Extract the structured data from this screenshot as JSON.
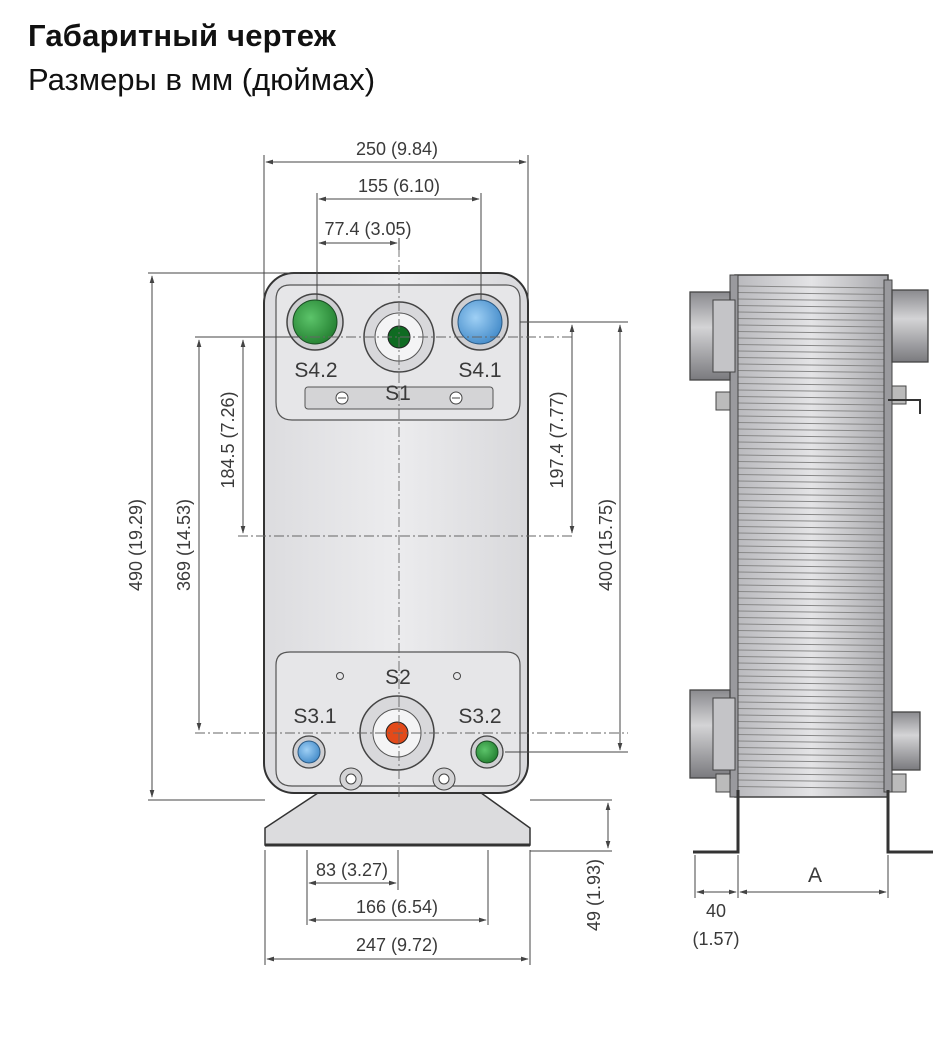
{
  "header": {
    "title": "Габаритный чертеж",
    "subtitle": "Размеры в мм (дюймах)"
  },
  "dimensions": {
    "overall_width": "250 (9.84)",
    "port_spacing": "155 (6.10)",
    "center_offset": "77.4 (3.05)",
    "overall_height": "490 (19.29)",
    "port_vertical": "369 (14.53)",
    "s1_offset": "184.5 (7.26)",
    "s4_offset": "197.4 (7.77)",
    "port_vertical_right": "400 (15.75)",
    "foot_inner": "83 (3.27)",
    "foot_holes": "166 (6.54)",
    "foot_width": "247 (9.72)",
    "foot_height": "49 (1.93)",
    "side_offset": "40",
    "side_offset_in": "(1.57)",
    "side_depth": "A"
  },
  "ports": {
    "s1": "S1",
    "s2": "S2",
    "s31": "S3.1",
    "s32": "S3.2",
    "s41": "S4.1",
    "s42": "S4.2"
  },
  "colors": {
    "green": "#2e9a3c",
    "blue": "#5aa6e0",
    "dark_green": "#0f6b22",
    "orange": "#e24a1a",
    "plate": "#e8e8ea",
    "line": "#444444"
  }
}
